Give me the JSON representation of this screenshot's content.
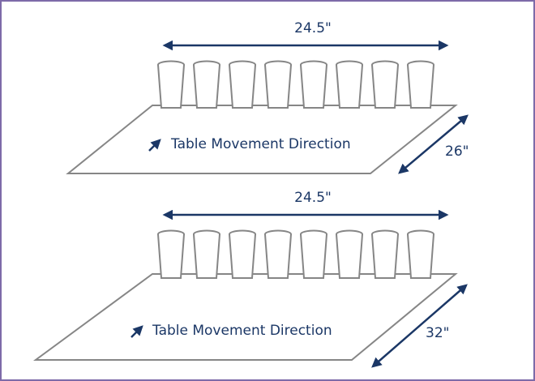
{
  "diagrams": [
    {
      "width_label": "24.5\"",
      "depth_label": "26\"",
      "direction_label": "Table Movement Direction",
      "cup_count": 8
    },
    {
      "width_label": "24.5\"",
      "depth_label": "32\"",
      "direction_label": "Table Movement Direction",
      "cup_count": 8
    }
  ],
  "colors": {
    "line": "#868686",
    "arrow": "#1b3766",
    "text": "#1b3766",
    "border": "#7d6aa8"
  }
}
